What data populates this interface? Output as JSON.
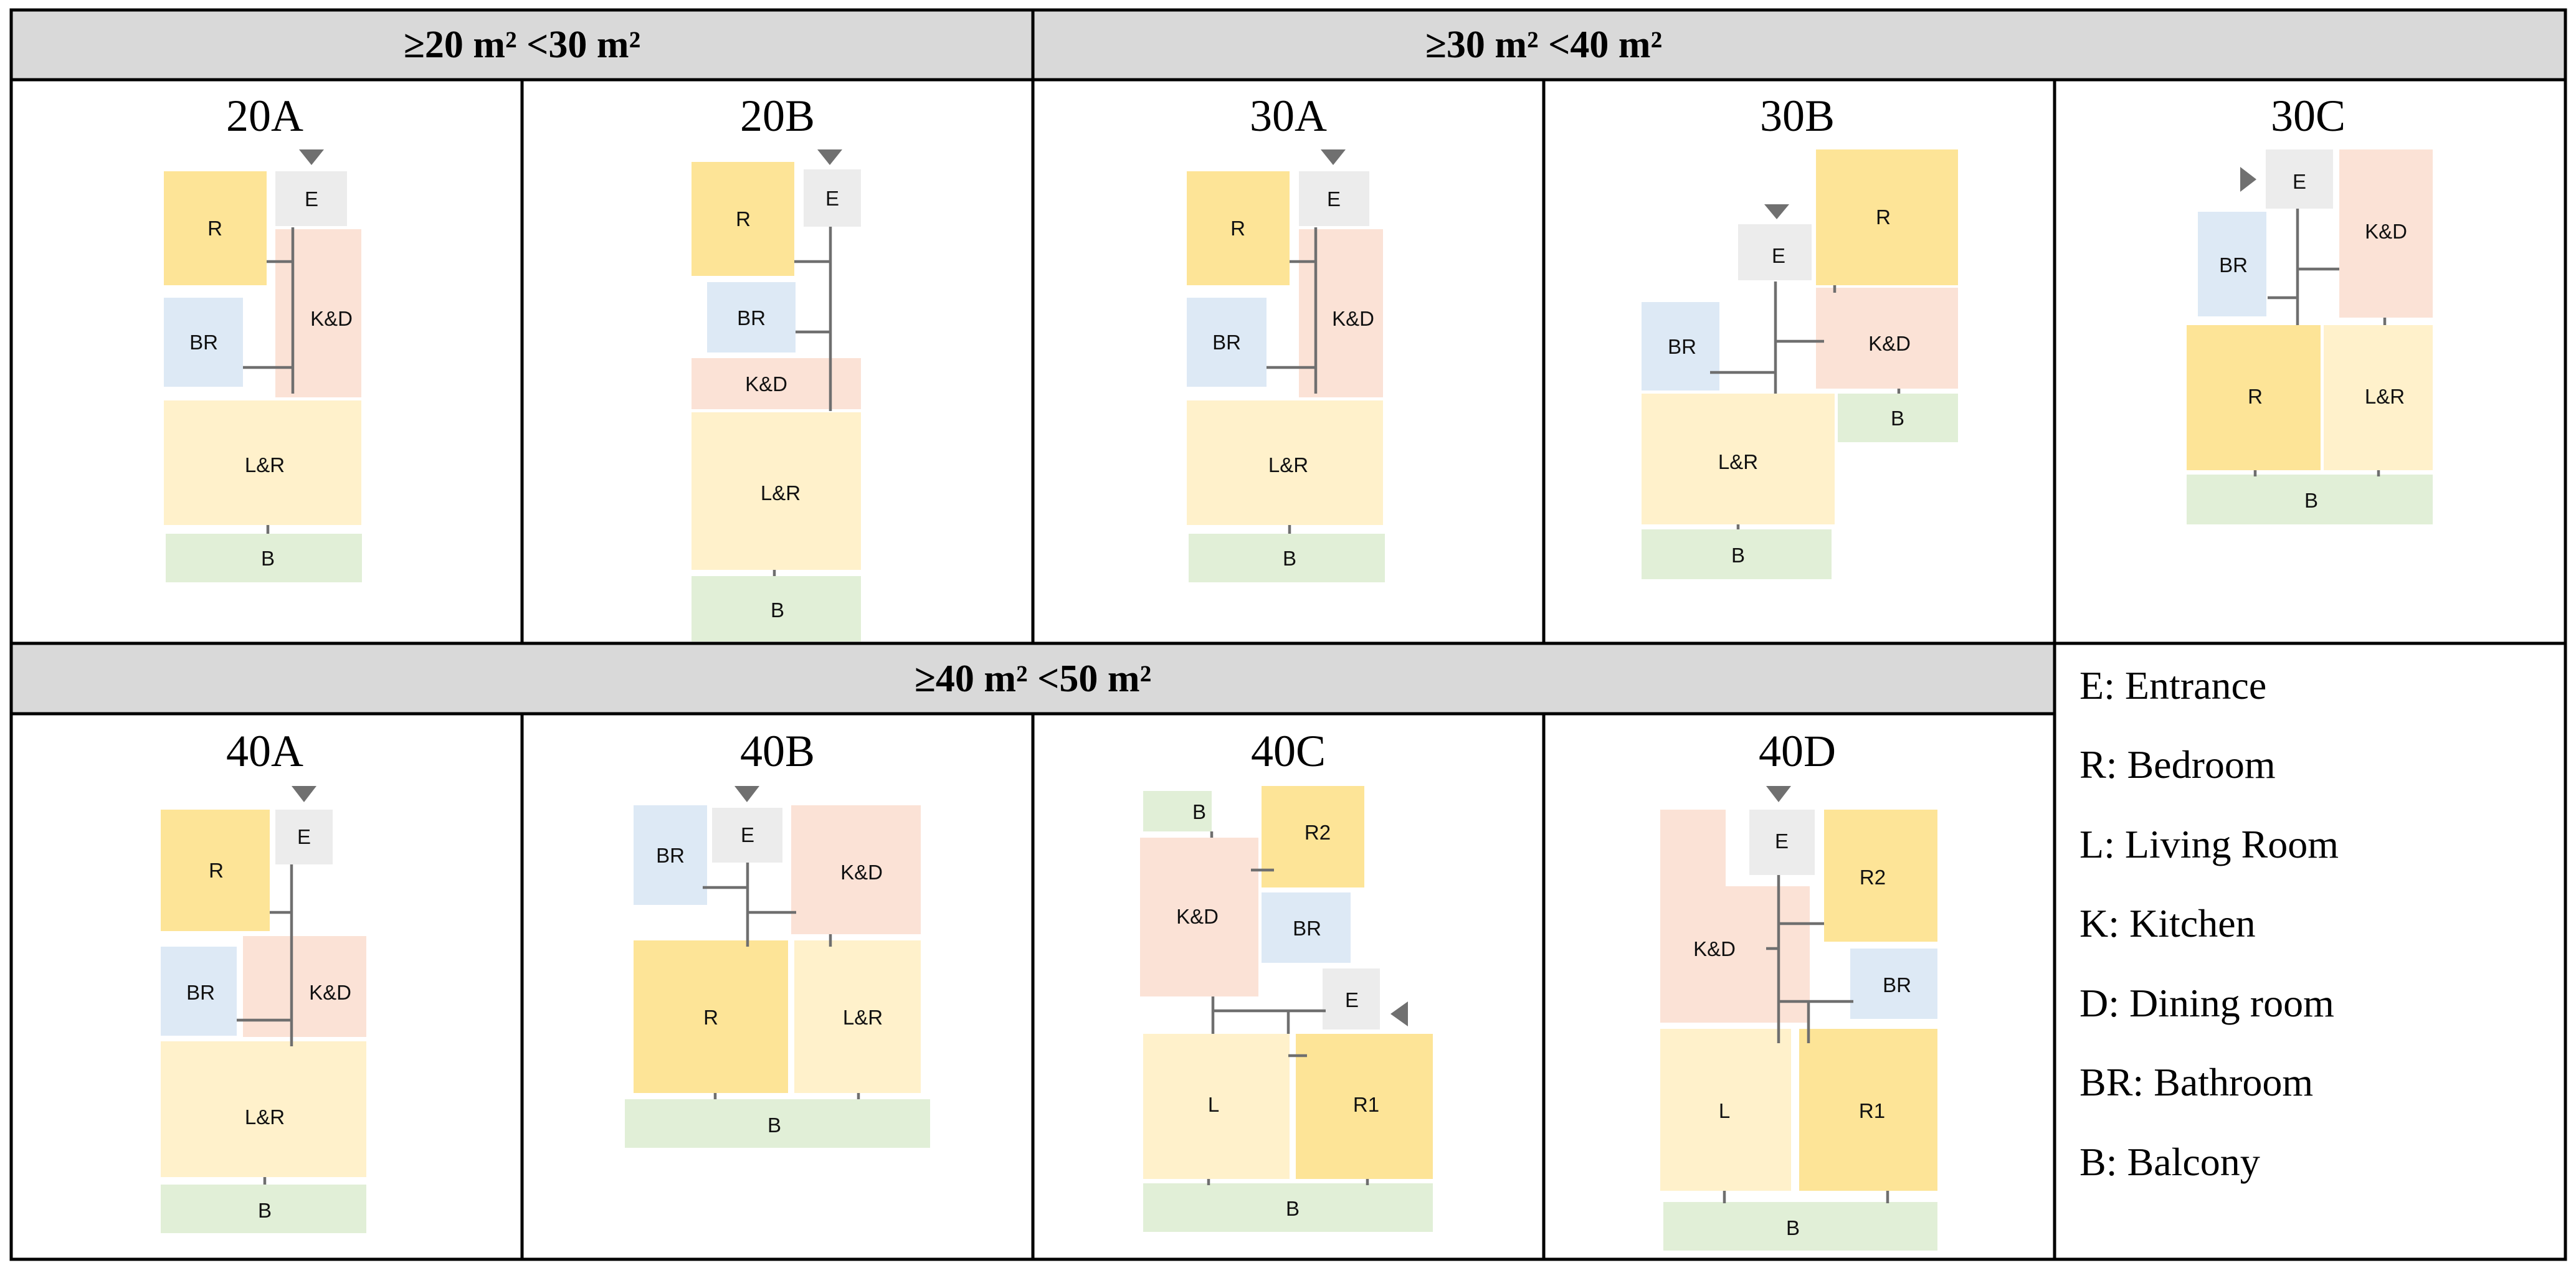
{
  "colors": {
    "R": "#fde497",
    "R_light": "#fde9a8",
    "E": "#ececec",
    "BR": "#dde9f5",
    "KD": "#fbe2d6",
    "LR": "#fff1cb",
    "B": "#e1efd7",
    "header_bg": "#d9d9d9",
    "arrow": "#707070",
    "wall": "#6f6f6f"
  },
  "headers": {
    "range_20": "≥20 m² <30 m²",
    "range_30": "≥30 m² <40 m²",
    "range_40": "≥40 m² <50 m²"
  },
  "plans": [
    {
      "id": "20A",
      "title": "20A",
      "rooms": [
        {
          "label": "R",
          "color": "R"
        },
        {
          "label": "E",
          "color": "E"
        },
        {
          "label": "BR",
          "color": "BR"
        },
        {
          "label": "K&D",
          "color": "KD"
        },
        {
          "label": "L&R",
          "color": "LR"
        },
        {
          "label": "B",
          "color": "B"
        }
      ]
    },
    {
      "id": "20B",
      "title": "20B",
      "rooms": [
        {
          "label": "R",
          "color": "R"
        },
        {
          "label": "E",
          "color": "E"
        },
        {
          "label": "BR",
          "color": "BR"
        },
        {
          "label": "K&D",
          "color": "KD"
        },
        {
          "label": "L&R",
          "color": "LR"
        },
        {
          "label": "B",
          "color": "B"
        }
      ]
    },
    {
      "id": "30A",
      "title": "30A",
      "rooms": [
        {
          "label": "R",
          "color": "R"
        },
        {
          "label": "E",
          "color": "E"
        },
        {
          "label": "BR",
          "color": "BR"
        },
        {
          "label": "K&D",
          "color": "KD"
        },
        {
          "label": "L&R",
          "color": "LR"
        },
        {
          "label": "B",
          "color": "B"
        }
      ]
    },
    {
      "id": "30B",
      "title": "30B",
      "rooms": [
        {
          "label": "R",
          "color": "R"
        },
        {
          "label": "E",
          "color": "E"
        },
        {
          "label": "K&D",
          "color": "KD"
        },
        {
          "label": "BR",
          "color": "BR"
        },
        {
          "label": "B",
          "color": "B"
        },
        {
          "label": "L&R",
          "color": "LR"
        },
        {
          "label": "B",
          "color": "B"
        }
      ]
    },
    {
      "id": "30C",
      "title": "30C",
      "rooms": [
        {
          "label": "E",
          "color": "E"
        },
        {
          "label": "K&D",
          "color": "KD"
        },
        {
          "label": "BR",
          "color": "BR"
        },
        {
          "label": "R",
          "color": "R"
        },
        {
          "label": "L&R",
          "color": "LR"
        },
        {
          "label": "B",
          "color": "B"
        }
      ]
    },
    {
      "id": "40A",
      "title": "40A",
      "rooms": [
        {
          "label": "R",
          "color": "R"
        },
        {
          "label": "E",
          "color": "E"
        },
        {
          "label": "BR",
          "color": "BR"
        },
        {
          "label": "K&D",
          "color": "KD"
        },
        {
          "label": "L&R",
          "color": "LR"
        },
        {
          "label": "B",
          "color": "B"
        }
      ]
    },
    {
      "id": "40B",
      "title": "40B",
      "rooms": [
        {
          "label": "BR",
          "color": "BR"
        },
        {
          "label": "E",
          "color": "E"
        },
        {
          "label": "K&D",
          "color": "KD"
        },
        {
          "label": "R",
          "color": "R"
        },
        {
          "label": "L&R",
          "color": "LR"
        },
        {
          "label": "B",
          "color": "B"
        }
      ]
    },
    {
      "id": "40C",
      "title": "40C",
      "rooms": [
        {
          "label": "B",
          "color": "B"
        },
        {
          "label": "R2",
          "color": "R"
        },
        {
          "label": "K&D",
          "color": "KD"
        },
        {
          "label": "BR",
          "color": "BR"
        },
        {
          "label": "E",
          "color": "E"
        },
        {
          "label": "L",
          "color": "LR"
        },
        {
          "label": "R1",
          "color": "R"
        },
        {
          "label": "B",
          "color": "B"
        }
      ]
    },
    {
      "id": "40D",
      "title": "40D",
      "rooms": [
        {
          "label": "K&D",
          "color": "KD"
        },
        {
          "label": "E",
          "color": "E"
        },
        {
          "label": "R2",
          "color": "R"
        },
        {
          "label": "BR",
          "color": "BR"
        },
        {
          "label": "L",
          "color": "LR"
        },
        {
          "label": "R1",
          "color": "R"
        },
        {
          "label": "B",
          "color": "B"
        }
      ]
    }
  ],
  "legend": [
    "E: Entrance",
    "R: Bedroom",
    "L: Living Room",
    "K: Kitchen",
    "D: Dining room",
    "BR: Bathroom",
    "B: Balcony"
  ]
}
